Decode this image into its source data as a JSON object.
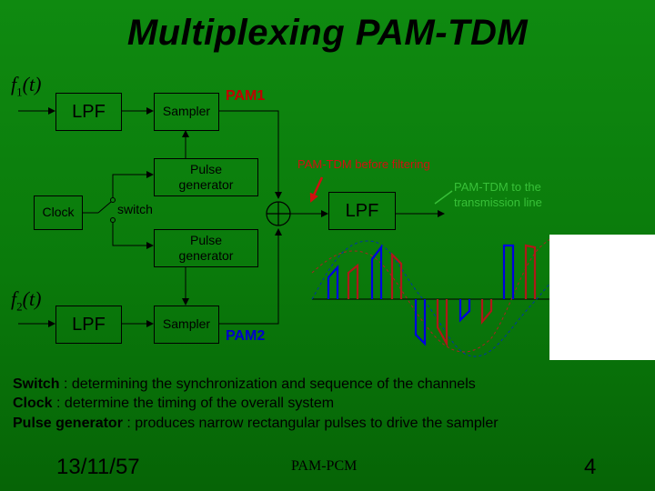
{
  "title": "Multiplexing PAM-TDM",
  "diagram": {
    "input1": {
      "f": "f",
      "sub": "1",
      "arg": "t"
    },
    "input2": {
      "f": "f",
      "sub": "2",
      "arg": "t"
    },
    "lpf1": "LPF",
    "lpf2": "LPF",
    "lpf_out": "LPF",
    "sampler1": "Sampler",
    "sampler2": "Sampler",
    "pulse_gen1": "Pulse generator",
    "pulse_gen2": "Pulse generator",
    "clock": "Clock",
    "switch": "switch",
    "pam1": "PAM1",
    "pam2": "PAM2",
    "pam_tdm_before": "PAM-TDM before filtering",
    "pam_tdm_to_line": "PAM-TDM to the transmission line"
  },
  "colors": {
    "background": "#0a7a0b",
    "pam1": "#c00000",
    "pam2": "#0000cc",
    "annotation_red": "#d01010",
    "annotation_green": "#38c038",
    "wave_blue": "#0000e0",
    "wave_red": "#b01818",
    "wave_dashed": "#0033aa"
  },
  "descriptions": [
    {
      "term": "Switch",
      "text": " : determining the synchronization and sequence of the channels"
    },
    {
      "term": "Clock",
      "text": " : determine the timing of the overall system"
    },
    {
      "term": "Pulse generator",
      "text": " : produces narrow rectangular pulses to drive the sampler"
    }
  ],
  "footer": {
    "date": "13/11/57",
    "center": "PAM-PCM",
    "page": "4"
  }
}
